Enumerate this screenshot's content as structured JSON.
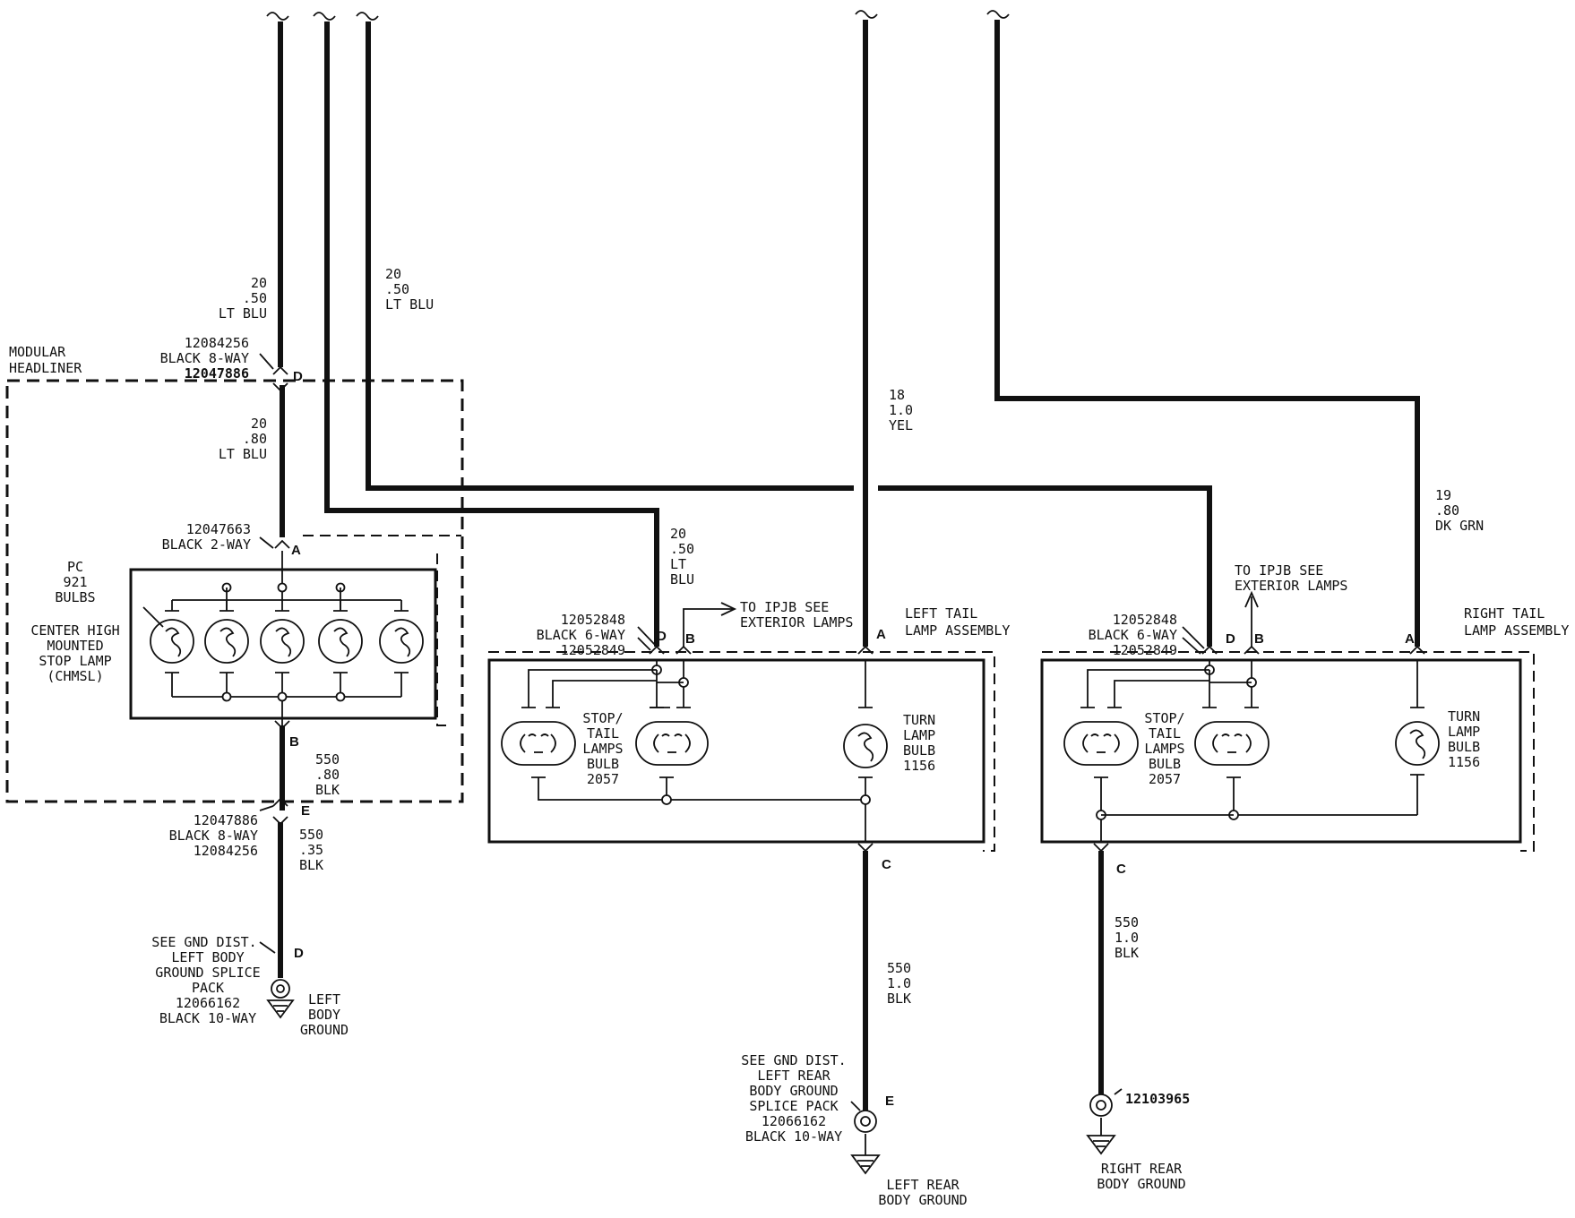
{
  "wires": {
    "w20_50_a": [
      "20",
      ".50",
      "LT BLU"
    ],
    "w20_80": [
      "20",
      ".80",
      "LT BLU"
    ],
    "w20_50_b": [
      "20",
      ".50",
      "LT BLU"
    ],
    "w20_50_c": [
      "20",
      ".50",
      "LT",
      "BLU"
    ],
    "w18_yel": [
      "18",
      "1.0",
      "YEL"
    ],
    "w19_grn": [
      "19",
      ".80",
      "DK GRN"
    ],
    "w550_80": [
      "550",
      ".80",
      "BLK"
    ],
    "w550_35": [
      "550",
      ".35",
      "BLK"
    ],
    "w550_left": [
      "550",
      "1.0",
      "BLK"
    ],
    "w550_right": [
      "550",
      "1.0",
      "BLK"
    ]
  },
  "connectors": {
    "top_left": [
      "12084256",
      "BLACK 8-WAY",
      "12047886"
    ],
    "chmsl": [
      "12047663",
      "BLACK 2-WAY"
    ],
    "bottom_left": [
      "12047886",
      "BLACK 8-WAY",
      "12084256"
    ],
    "left_tail": [
      "12052848",
      "BLACK 6-WAY",
      "12052849"
    ],
    "right_tail": [
      "12052848",
      "BLACK 6-WAY",
      "12052849"
    ]
  },
  "pins": {
    "d": "D",
    "a": "A",
    "b": "B",
    "e": "E",
    "c": "C"
  },
  "labels": {
    "modular": [
      "MODULAR",
      "HEADLINER"
    ],
    "pc_bulbs": [
      "PC",
      "921",
      "BULBS"
    ],
    "chmsl": [
      "CENTER HIGH",
      "MOUNTED",
      "STOP LAMP",
      "(CHMSL)"
    ],
    "to_ipjb": [
      "TO IPJB SEE",
      "EXTERIOR LAMPS"
    ],
    "left_tail": [
      "LEFT TAIL",
      "LAMP ASSEMBLY"
    ],
    "right_tail": [
      "RIGHT TAIL",
      "LAMP ASSEMBLY"
    ],
    "stop_tail": [
      "STOP/",
      "TAIL",
      "LAMPS",
      "BULB",
      "2057"
    ],
    "turn": [
      "TURN",
      "LAMP",
      "BULB",
      "1156"
    ],
    "gnd_left_body": [
      "SEE GND DIST.",
      "LEFT BODY",
      "GROUND SPLICE",
      "PACK",
      "12066162",
      "BLACK 10-WAY"
    ],
    "left_body_ground": [
      "LEFT",
      "BODY",
      "GROUND"
    ],
    "gnd_left_rear": [
      "SEE GND DIST.",
      "LEFT REAR",
      "BODY GROUND",
      "SPLICE PACK",
      "12066162",
      "BLACK 10-WAY"
    ],
    "left_rear_ground": [
      "LEFT REAR",
      "BODY GROUND"
    ],
    "right_part": "12103965",
    "right_rear_ground": [
      "RIGHT REAR",
      "BODY GROUND"
    ]
  }
}
